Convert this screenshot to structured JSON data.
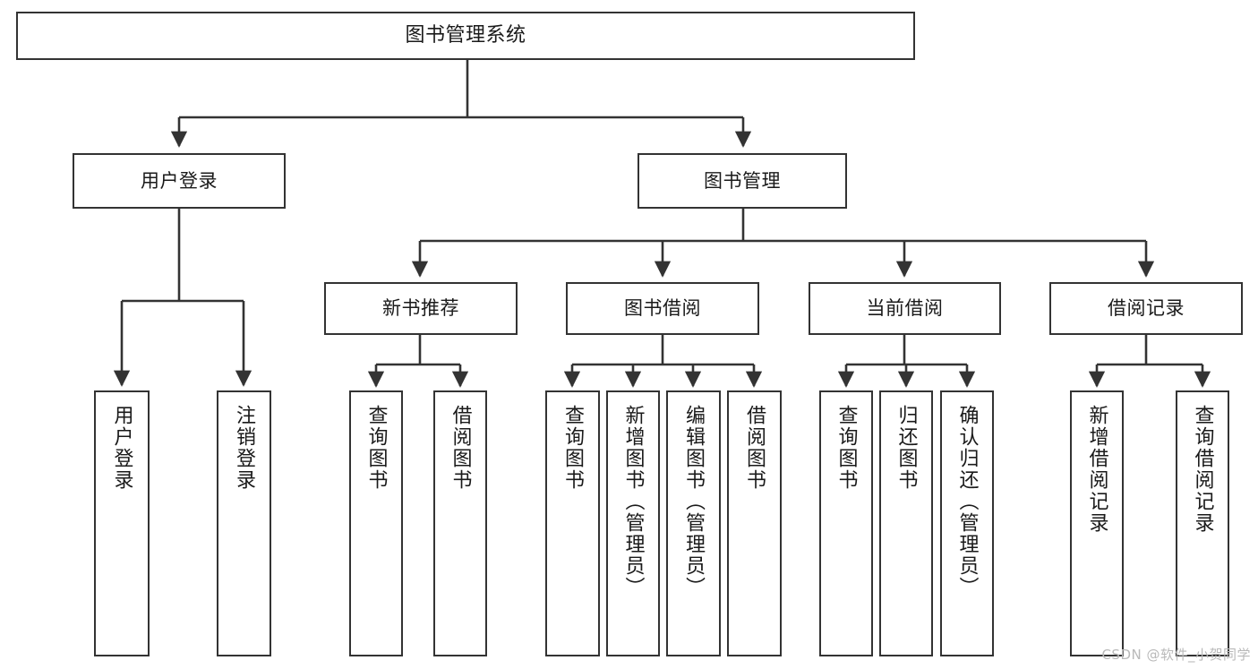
{
  "diagram": {
    "type": "tree-hierarchy-chart",
    "title": "图书管理系统",
    "watermark": "CSDN @软件_小贺同学",
    "colors": {
      "box_border": "#333333",
      "box_fill": "#ffffff",
      "edge": "#333333",
      "text": "#1a1a1a",
      "watermark": "#b9b9b9",
      "background": "#ffffff"
    },
    "nodes": {
      "root": {
        "label": "图书管理系统"
      },
      "level2": [
        {
          "id": "user-login",
          "label": "用户登录"
        },
        {
          "id": "book-manage",
          "label": "图书管理"
        }
      ],
      "level3": [
        {
          "id": "new-book-recommend",
          "label": "新书推荐"
        },
        {
          "id": "book-borrow",
          "label": "图书借阅"
        },
        {
          "id": "current-borrow",
          "label": "当前借阅"
        },
        {
          "id": "borrow-record",
          "label": "借阅记录"
        }
      ],
      "leaves": {
        "user-login": [
          {
            "id": "leaf-user-login",
            "label": "用户登录"
          },
          {
            "id": "leaf-user-logout",
            "label": "注销登录"
          }
        ],
        "new-book-recommend": [
          {
            "id": "leaf-query-book-1",
            "label": "查询图书"
          },
          {
            "id": "leaf-borrow-book-1",
            "label": "借阅图书"
          }
        ],
        "book-borrow": [
          {
            "id": "leaf-query-book-2",
            "label": "查询图书"
          },
          {
            "id": "leaf-add-book",
            "label": "新增图书（管理员）"
          },
          {
            "id": "leaf-edit-book",
            "label": "编辑图书（管理员）"
          },
          {
            "id": "leaf-borrow-book-2",
            "label": "借阅图书"
          }
        ],
        "current-borrow": [
          {
            "id": "leaf-query-book-3",
            "label": "查询图书"
          },
          {
            "id": "leaf-return-book",
            "label": "归还图书"
          },
          {
            "id": "leaf-confirm-return",
            "label": "确认归还（管理员）"
          }
        ],
        "borrow-record": [
          {
            "id": "leaf-add-borrow-record",
            "label": "新增借阅记录"
          },
          {
            "id": "leaf-query-borrow-record",
            "label": "查询借阅记录"
          }
        ]
      }
    }
  }
}
